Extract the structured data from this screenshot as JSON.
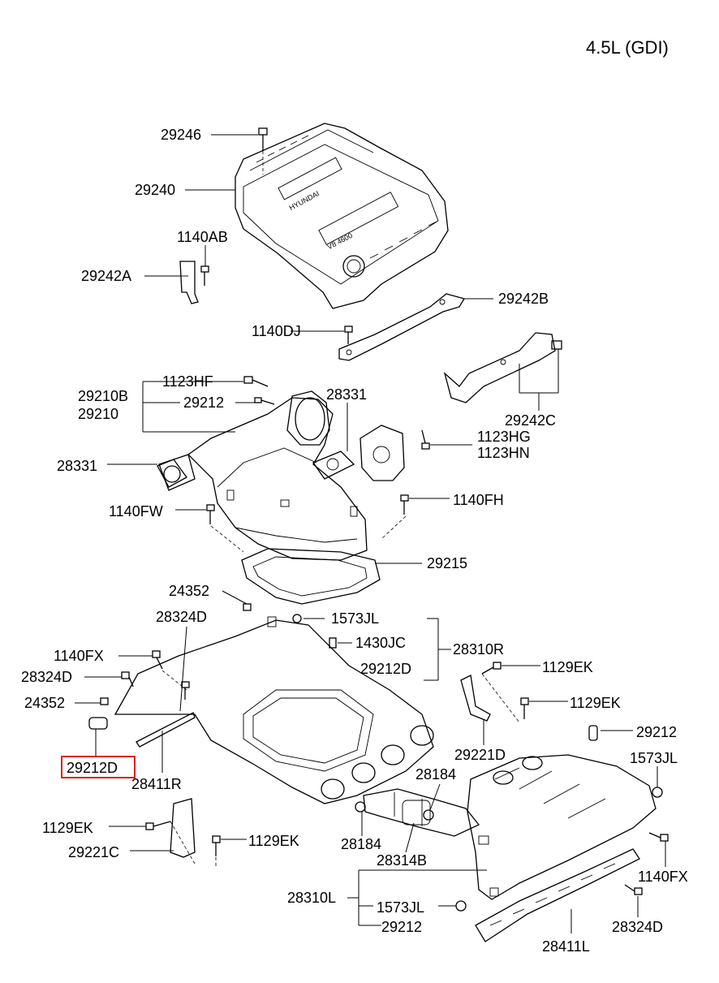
{
  "engine": "4.5L (GDI)",
  "highlight_color": "#e0201b",
  "labels": {
    "p29246": "29246",
    "p29240": "29240",
    "p1140AB": "1140AB",
    "p29242A": "29242A",
    "p29242B": "29242B",
    "p1140DJ": "1140DJ",
    "p1123HF": "1123HF",
    "p29210B": "29210B",
    "p29212_top": "29212",
    "p29210": "29210",
    "p28331_a": "28331",
    "p28331_b": "28331",
    "p29242C": "29242C",
    "p1123HG": "1123HG",
    "p1123HN": "1123HN",
    "p1140FH": "1140FH",
    "p1140FW": "1140FW",
    "p29215": "29215",
    "p24352_a": "24352",
    "p28324D_a": "28324D",
    "p1573JL_a": "1573JL",
    "p1430JC": "1430JC",
    "p28310R": "28310R",
    "p29212D_a": "29212D",
    "p1140FX_a": "1140FX",
    "p28324D_b": "28324D",
    "p24352_b": "24352",
    "p1129EK_a": "1129EK",
    "p1129EK_b": "1129EK",
    "p29212_b": "29212",
    "p29221D": "29221D",
    "p29212D_hl": "29212D",
    "p28411R": "28411R",
    "p1573JL_b": "1573JL",
    "p28184_a": "28184",
    "p1129EK_c": "1129EK",
    "p1129EK_d": "1129EK",
    "p29221C": "29221C",
    "p28184_b": "28184",
    "p28314B": "28314B",
    "p1140FX_b": "1140FX",
    "p28310L": "28310L",
    "p1573JL_c": "1573JL",
    "p29212_c": "29212",
    "p28324D_c": "28324D",
    "p28411L": "28411L"
  },
  "cover_text": {
    "brand": "HYUNDAI",
    "engine": "V8 4600"
  }
}
